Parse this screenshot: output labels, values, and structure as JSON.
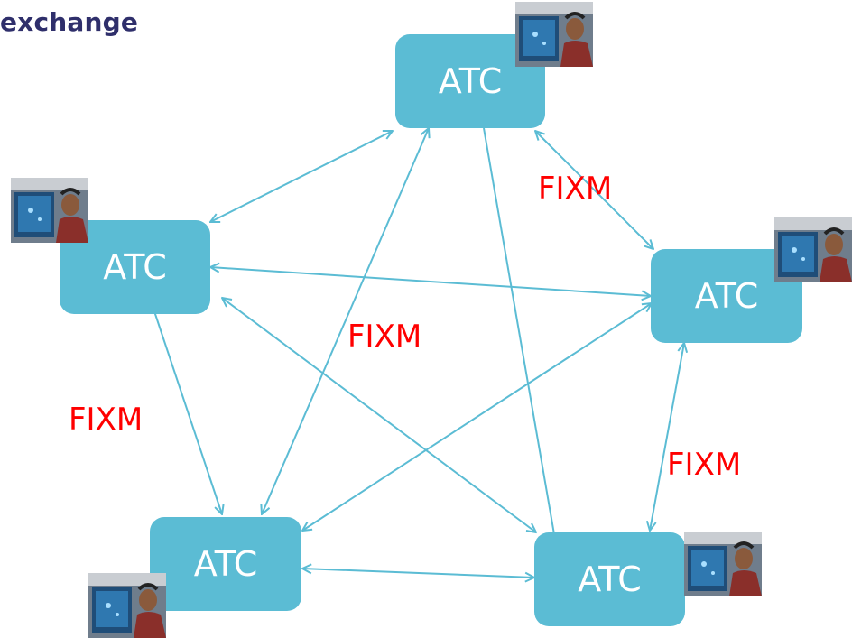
{
  "header": {
    "title": "exchange"
  },
  "nodes": [
    {
      "id": "top",
      "label": "ATC"
    },
    {
      "id": "left",
      "label": "ATC"
    },
    {
      "id": "right",
      "label": "ATC"
    },
    {
      "id": "bottom-left",
      "label": "ATC"
    },
    {
      "id": "bottom-right",
      "label": "ATC"
    }
  ],
  "link_labels": [
    "FIXM",
    "FIXM",
    "FIXM",
    "FIXM"
  ],
  "colors": {
    "node_fill": "#5bbcd4",
    "link_stroke": "#5bbcd4",
    "label_red": "#ff0000",
    "title": "#2f2f6b"
  },
  "icons": {
    "operator_photo": "controller-at-radar-console"
  }
}
